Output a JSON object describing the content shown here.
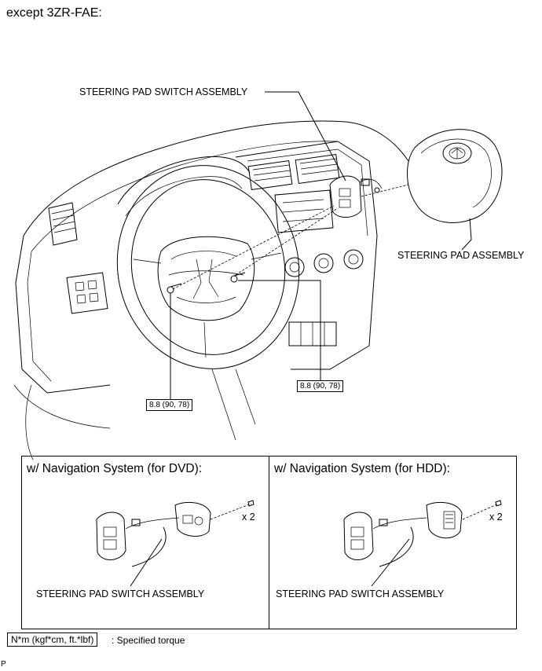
{
  "heading": "except 3ZR-FAE:",
  "main_illustration": {
    "callout_switch_assembly": "STEERING PAD SWITCH ASSEMBLY",
    "callout_pad_assembly": "STEERING PAD ASSEMBLY",
    "torque_left": "8.8 (90, 78)",
    "torque_right": "8.8 (90, 78)"
  },
  "panels": [
    {
      "title": "w/ Navigation System (for DVD):",
      "quantity": "x 2",
      "callout": "STEERING PAD SWITCH ASSEMBLY"
    },
    {
      "title": "w/ Navigation System (for HDD):",
      "quantity": "x 2",
      "callout": "STEERING PAD SWITCH ASSEMBLY"
    }
  ],
  "legend": {
    "unit_box": "N*m (kgf*cm, ft.*lbf)",
    "description": ": Specified torque"
  },
  "footer_mark": "P"
}
